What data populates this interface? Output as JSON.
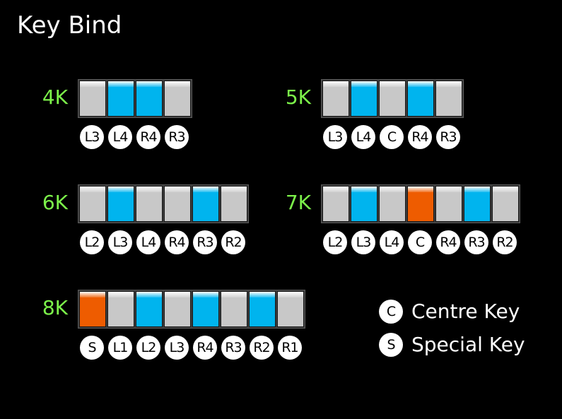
{
  "title": "Key Bind",
  "colors": {
    "normal": "#c8c8c8",
    "blue": "#00b4ee",
    "orange": "#ee5c00",
    "label": "#7cf24a"
  },
  "modes": [
    {
      "label": "4K",
      "keys": [
        "n",
        "b",
        "b",
        "n"
      ],
      "binds": [
        "L3",
        "L4",
        "R4",
        "R3"
      ]
    },
    {
      "label": "5K",
      "keys": [
        "n",
        "b",
        "n",
        "b",
        "n"
      ],
      "binds": [
        "L3",
        "L4",
        "C",
        "R4",
        "R3"
      ]
    },
    {
      "label": "6K",
      "keys": [
        "n",
        "b",
        "n",
        "n",
        "b",
        "n"
      ],
      "binds": [
        "L2",
        "L3",
        "L4",
        "R4",
        "R3",
        "R2"
      ]
    },
    {
      "label": "7K",
      "keys": [
        "n",
        "b",
        "n",
        "o",
        "n",
        "b",
        "n"
      ],
      "binds": [
        "L2",
        "L3",
        "L4",
        "C",
        "R4",
        "R3",
        "R2"
      ]
    },
    {
      "label": "8K",
      "keys": [
        "o",
        "n",
        "b",
        "n",
        "b",
        "n",
        "b",
        "n"
      ],
      "binds": [
        "S",
        "L1",
        "L2",
        "L3",
        "R4",
        "R3",
        "R2",
        "R1"
      ]
    }
  ],
  "legend": [
    {
      "symbol": "C",
      "text": "Centre Key"
    },
    {
      "symbol": "S",
      "text": "Special Key"
    }
  ]
}
